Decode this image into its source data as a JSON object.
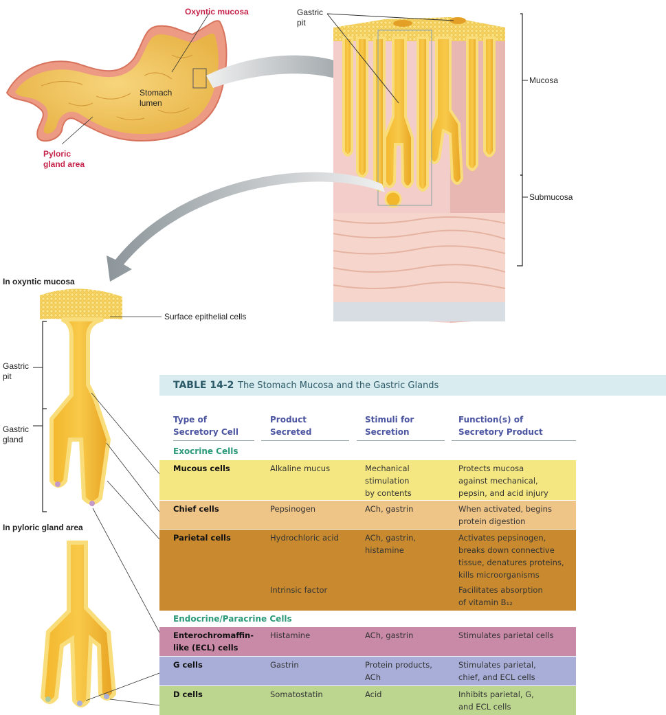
{
  "labels": {
    "oxyntic_mucosa": "Oxyntic mucosa",
    "stomach_lumen_1": "Stomach",
    "stomach_lumen_2": "lumen",
    "pyloric_1": "Pyloric",
    "pyloric_2": "gland area",
    "gastric_pit_top_1": "Gastric",
    "gastric_pit_top_2": "pit",
    "mucosa": "Mucosa",
    "submucosa": "Submucosa",
    "in_oxyntic": "In oxyntic mucosa",
    "surface_epithelial": "Surface epithelial cells",
    "gastric_pit_1": "Gastric",
    "gastric_pit_2": "pit",
    "gastric_gland_1": "Gastric",
    "gastric_gland_2": "gland",
    "in_pyloric": "In pyloric gland area"
  },
  "table": {
    "number": "TABLE 14-2",
    "title": "The Stomach Mucosa and the Gastric Glands",
    "headers": [
      [
        "Type of",
        "Secretory Cell"
      ],
      [
        "Product",
        "Secreted"
      ],
      [
        "Stimuli for",
        "Secretion"
      ],
      [
        "Function(s) of",
        "Secretory Product"
      ]
    ],
    "section_exocrine": "Exocrine Cells",
    "section_endocrine": "Endocrine/Paracrine Cells",
    "rows": [
      {
        "cell": [
          "Mucous cells"
        ],
        "product": [
          "Alkaline mucus"
        ],
        "stimuli": [
          "Mechanical",
          "stimulation",
          "by contents"
        ],
        "function": [
          "Protects mucosa",
          "against mechanical,",
          "pepsin, and acid injury"
        ],
        "color": "#f4e680"
      },
      {
        "cell": [
          "Chief cells"
        ],
        "product": [
          "Pepsinogen"
        ],
        "stimuli": [
          "ACh, gastrin"
        ],
        "function": [
          "When activated, begins",
          "protein digestion"
        ],
        "color": "#efc487"
      },
      {
        "cell": [
          "Parietal cells"
        ],
        "product": [
          "Hydrochloric acid"
        ],
        "stimuli": [
          "ACh, gastrin,",
          "histamine"
        ],
        "function": [
          "Activates pepsinogen,",
          "breaks down connective",
          "tissue, denatures proteins,",
          "kills microorganisms"
        ],
        "color": "#c98a2f"
      },
      {
        "cell": [
          ""
        ],
        "product": [
          "Intrinsic factor"
        ],
        "stimuli": [
          ""
        ],
        "function": [
          "Facilitates absorption",
          "of vitamin B₁₂"
        ],
        "color": "#c98a2f"
      },
      {
        "cell": [
          "Enterochromaffin-",
          "like (ECL) cells"
        ],
        "product": [
          "Histamine"
        ],
        "stimuli": [
          "ACh, gastrin"
        ],
        "function": [
          "Stimulates parietal cells"
        ],
        "color": "#c98aa8"
      },
      {
        "cell": [
          "G cells"
        ],
        "product": [
          "Gastrin"
        ],
        "stimuli": [
          "Protein products,",
          "ACh"
        ],
        "function": [
          "Stimulates parietal,",
          "chief, and ECL cells"
        ],
        "color": "#a8aed8"
      },
      {
        "cell": [
          "D cells"
        ],
        "product": [
          "Somatostatin"
        ],
        "stimuli": [
          "Acid"
        ],
        "function": [
          "Inhibits parietal, G,",
          "and ECL cells"
        ],
        "color": "#bcd690"
      }
    ]
  }
}
